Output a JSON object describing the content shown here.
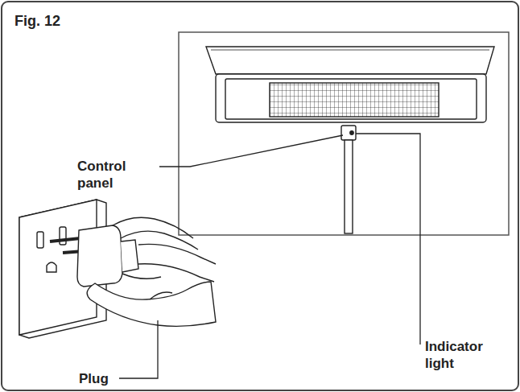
{
  "diagram": {
    "title": "Fig. 12",
    "labels": [
      "Control panel",
      "Plug",
      "Indicator light"
    ]
  }
}
